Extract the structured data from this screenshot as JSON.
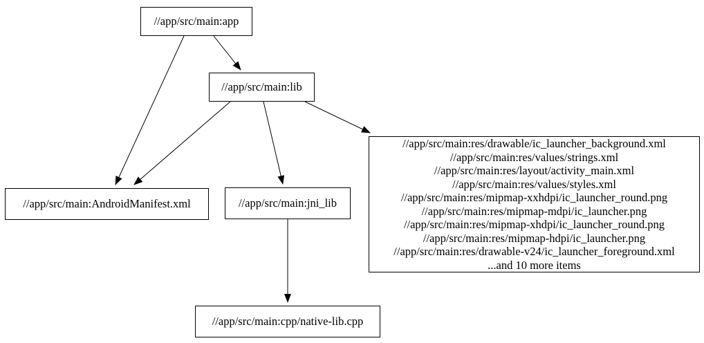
{
  "colors": {
    "background": "#ffffff",
    "node_border": "#000000",
    "edge": "#000000",
    "text": "#000000"
  },
  "graph": {
    "type": "directed-dependency-graph",
    "nodes": {
      "app": {
        "label": "//app/src/main:app"
      },
      "lib": {
        "label": "//app/src/main:lib"
      },
      "manifest": {
        "label": "//app/src/main:AndroidManifest.xml"
      },
      "jni_lib": {
        "label": "//app/src/main:jni_lib"
      },
      "native_lib": {
        "label": "//app/src/main:cpp/native-lib.cpp"
      },
      "resources": {
        "lines": [
          "//app/src/main:res/drawable/ic_launcher_background.xml",
          "//app/src/main:res/values/strings.xml",
          "//app/src/main:res/layout/activity_main.xml",
          "//app/src/main:res/values/styles.xml",
          "//app/src/main:res/mipmap-xxhdpi/ic_launcher_round.png",
          "//app/src/main:res/mipmap-mdpi/ic_launcher.png",
          "//app/src/main:res/mipmap-xhdpi/ic_launcher_round.png",
          "//app/src/main:res/mipmap-hdpi/ic_launcher.png",
          "//app/src/main:res/drawable-v24/ic_launcher_foreground.xml",
          "...and 10 more items"
        ]
      }
    },
    "edges": [
      {
        "from": "//app/src/main:app",
        "to": "//app/src/main:AndroidManifest.xml"
      },
      {
        "from": "//app/src/main:app",
        "to": "//app/src/main:lib"
      },
      {
        "from": "//app/src/main:lib",
        "to": "//app/src/main:AndroidManifest.xml"
      },
      {
        "from": "//app/src/main:lib",
        "to": "//app/src/main:jni_lib"
      },
      {
        "from": "//app/src/main:lib",
        "to": "resources-group"
      },
      {
        "from": "//app/src/main:jni_lib",
        "to": "//app/src/main:cpp/native-lib.cpp"
      }
    ]
  }
}
